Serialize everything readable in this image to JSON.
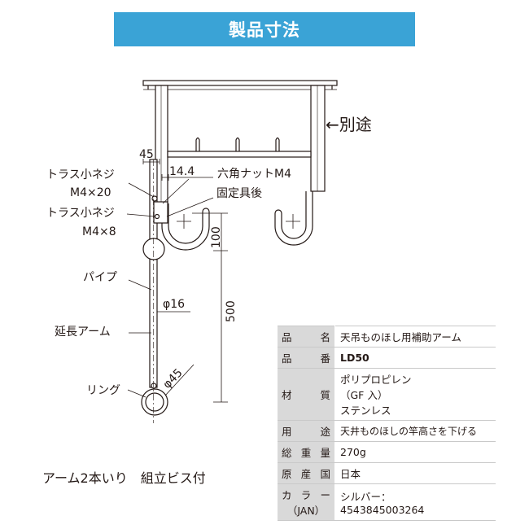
{
  "header": {
    "title": "製品寸法"
  },
  "diagram": {
    "separate_label": "←別途",
    "dim_45_top": "45",
    "dim_14_4": "14.4",
    "truss_screw_1": "トラス小ネジ",
    "truss_screw_1_size": "M4×20",
    "hex_nut": "六角ナットM4",
    "fixture_back": "固定具後",
    "truss_screw_2": "トラス小ネジ",
    "truss_screw_2_size": "M4×8",
    "dim_100": "100",
    "pipe_label": "パイプ",
    "dim_phi16": "φ16",
    "dim_500": "500",
    "extension_arm_label": "延長アーム",
    "dim_phi45": "φ45",
    "ring_label": "リング"
  },
  "note": "アーム2本いり　組立ビス付",
  "spec": {
    "name_label": [
      "品",
      "名"
    ],
    "name_value": "天吊ものほし用補助アーム",
    "number_label": [
      "品",
      "番"
    ],
    "number_value": "LD50",
    "material_label": [
      "材",
      "質"
    ],
    "material_value": [
      "ポリプロピレン",
      "（GF 入）",
      "ステンレス"
    ],
    "use_label": [
      "用",
      "途"
    ],
    "use_value": "天井ものほしの竿高さを下げる",
    "weight_label": [
      "総",
      "重",
      "量"
    ],
    "weight_value": "270g",
    "origin_label": [
      "原",
      "産",
      "国"
    ],
    "origin_value": "日本",
    "color_label": [
      "カ",
      "ラ",
      "ー"
    ],
    "color_label_sub": "（JAN）",
    "color_value": "シルバー：",
    "jan_value": "4543845003264"
  }
}
